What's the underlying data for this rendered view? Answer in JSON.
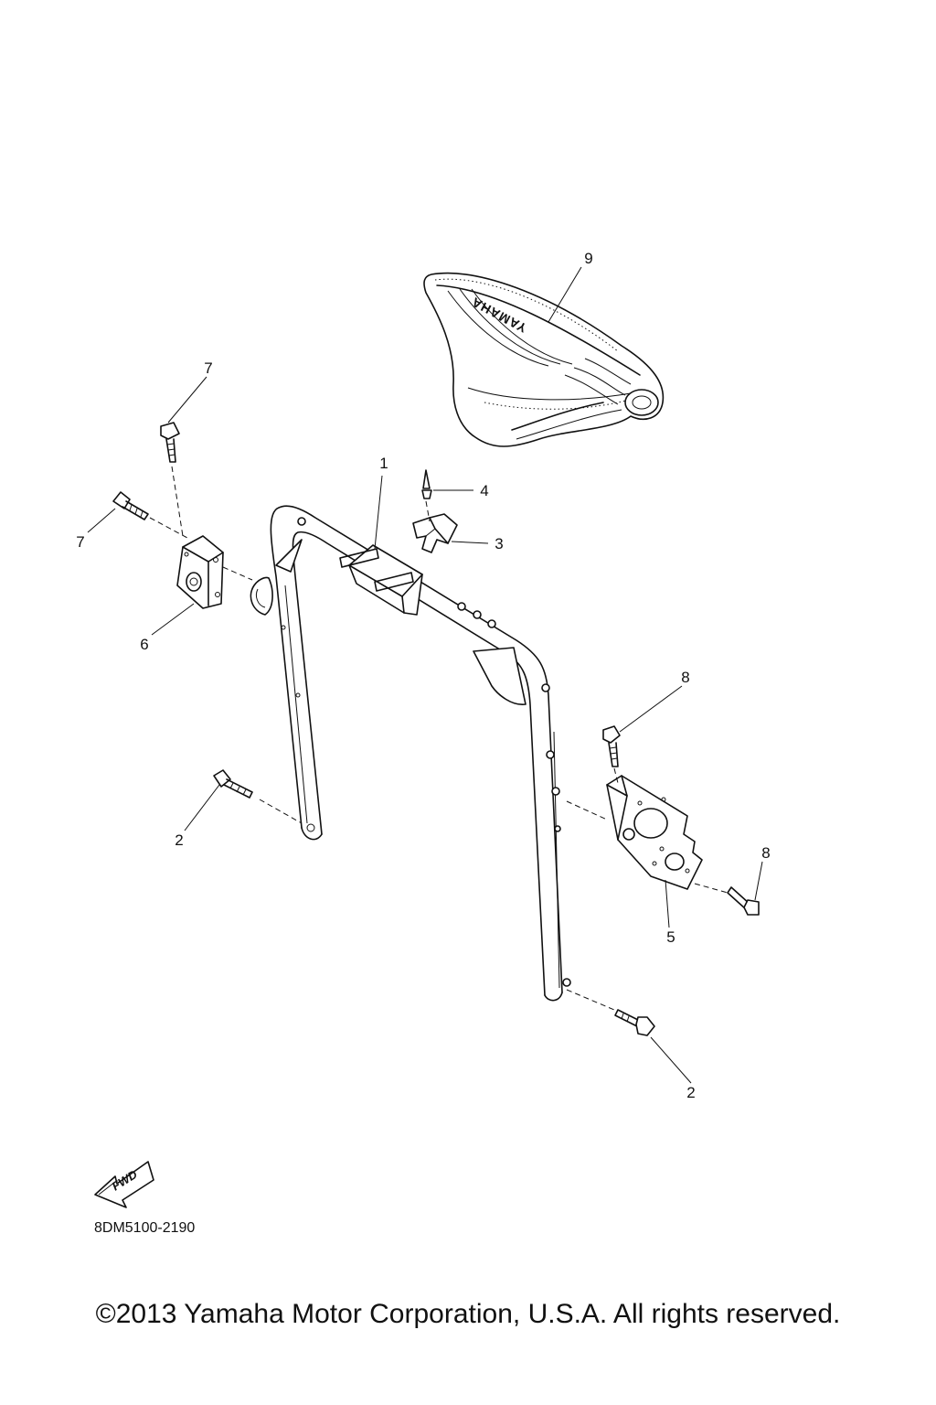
{
  "callouts": {
    "c1": "1",
    "c2a": "2",
    "c2b": "2",
    "c3": "3",
    "c4": "4",
    "c5": "5",
    "c6": "6",
    "c7a": "7",
    "c7b": "7",
    "c8a": "8",
    "c8b": "8",
    "c9": "9"
  },
  "seat_brand": "YAMAHA",
  "fwd_label": "FWD",
  "diagram_code": "8DM5100-2190",
  "copyright": "©2013 Yamaha Motor Corporation, U.S.A. All rights reserved."
}
